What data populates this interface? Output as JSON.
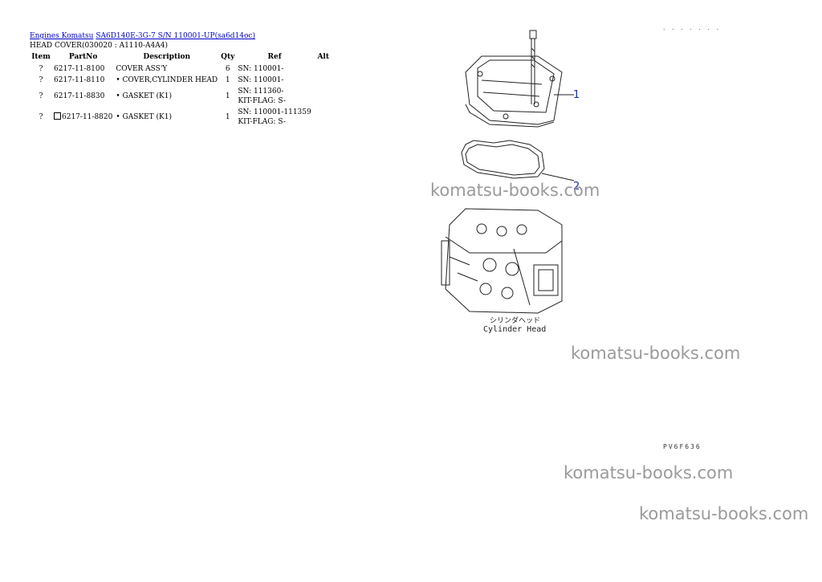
{
  "breadcrumb": {
    "link1": "Engines Komatsu",
    "link2": "SA6D140E-3G-7 S/N 110001-UP(sa6d14oc)"
  },
  "section_title": "HEAD COVER(030020 : A1110-A4A4)",
  "table": {
    "headers": {
      "item": "Item",
      "partno": "PartNo",
      "description": "Description",
      "qty": "Qty",
      "ref": "Ref",
      "alt": "Alt"
    },
    "rows": [
      {
        "item": "?",
        "partno": "6217-11-8100",
        "description": "COVER ASS'Y",
        "qty": "6",
        "ref1": "SN: 110001-",
        "ref2": ""
      },
      {
        "item": "?",
        "partno": "6217-11-8110",
        "description": "• COVER,CYLINDER HEAD",
        "qty": "1",
        "ref1": "SN: 110001-",
        "ref2": ""
      },
      {
        "item": "?",
        "partno": "6217-11-8830",
        "description": "• GASKET (K1)",
        "qty": "1",
        "ref1": "SN: 111360-",
        "ref2": "KIT-FLAG: S-"
      },
      {
        "item": "?",
        "partno": "6217-11-8820",
        "description": "• GASKET (K1)",
        "qty": "1",
        "ref1": "SN: 110001-111359",
        "ref2": "KIT-FLAG: S-"
      }
    ]
  },
  "diagram": {
    "callout1": "1",
    "callout2": "2",
    "jp_label": "シリンダヘッド",
    "en_label": "Cylinder Head"
  },
  "dots": ". . . . . . .",
  "figure_code": "PV6F636",
  "watermark": "komatsu-books.com",
  "colors": {
    "link": "#0000cc",
    "callout": "#1a2fa8",
    "watermark": "#9a9a9a"
  }
}
